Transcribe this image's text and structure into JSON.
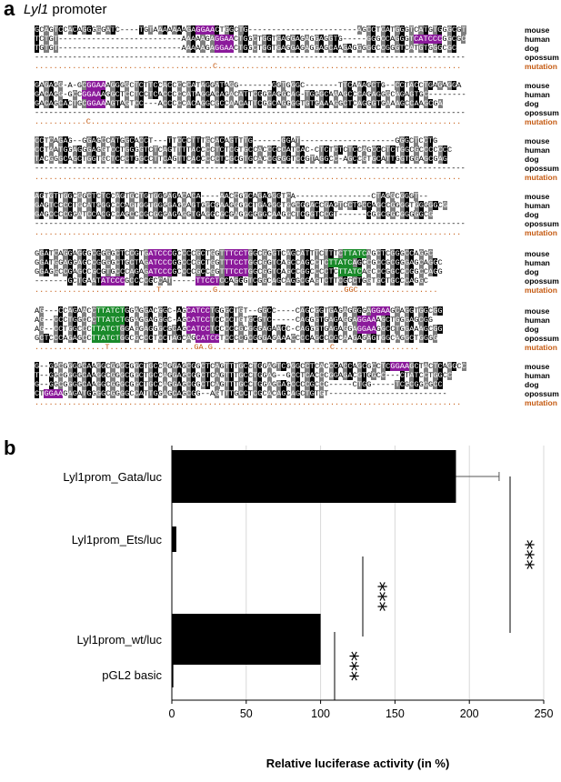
{
  "panel_a": {
    "label": "a",
    "title_italic": "Lyl1",
    "title_rest": " promoter",
    "species": [
      "mouse",
      "human",
      "dog",
      "opossum",
      "mutation"
    ],
    "blocks": [
      {
        "rows": [
          "GCAGTCCACAGGGGGATC----TGTAAAAAAAGAGGAACTGGCTG-----------------------AGCCTCATGGGTCATGTGGGCGT",
          "TCTGT--------------------------AAAAAGAGGAACTGGCTGGTGAGGAGAGGAGGTG-----GGGCCAGGGTCATCCCGGCGC",
          "TGTGT--------------------------AAAAAGAGGAACTGGCTGGTGAGGAGAGGAGCAAGAGGGGGCCGGGTCATGTGGGCGC",
          "-------------------------------------------------------------------------------------------",
          "......................................C...................................................."
        ],
        "mutation_chars": [
          "C"
        ]
      },
      {
        "rows": [
          "GAGAGG-A-GCGGAAAGGGGCTCTTCCACCCCCATAGGATAGG-------GGTGGGC-------TTCAAAGCTG--CCTACCTGAGAGGA",
          "GACAGG-GCCGGAAAGGCTCCTCCTCACCCCCATAGGACAGACATTCGGCAGGCAG-TGGGCAAAGCCCAGAGGGCAGAGTGC--------",
          "GACAGCACTGCGGAAAGTAGTCC---ACCCCCACAGGCGCCAACATTCGGCAGGGGTGTGAAAGGCTCAGGGTGAAAGCCAAGCGA",
          "-------------------------------------------------------------------------------------------",
          "...........C..............................................................................."
        ],
        "mutation_chars": [
          "C"
        ]
      },
      {
        "rows": [
          "CCTCAGAG--GGAGCCATGGCACCT---TTCCCTTTGCACAGTTTG------GGAT--------------------GGGCTCCTG",
          "CCTAATGGAGGGAGGTCCTGGGGTCTCAGTTTTACCCCTCTCGTGCCACCCCCATCAC-CTCTCTCTCCAGCCCTCTGGCGCCCCCCC",
          "TACGGGCAGCTGGTGCTCCCTGGCCTTCAGTTCACCCCCTCGCGTGCACCGGGGTCCGTAGGCC-AGCCGTGCATTGGTGGAGCGAG",
          "-------------------------------------------------------------------------------------------",
          "..........................................................................................."
        ],
        "mutation_chars": []
      },
      {
        "rows": [
          "AGTGTTGGCGGCTCTCCAGTGCTGTGGGAGACACA----AACCGGCAGAGGGTCA----------------CTAGGCGGGT--",
          "GAGTCCCCTGCATGGGCCCAGTGGTGGGGAGGAGTGGCGAAGGGGCTGAGGGTGGCGGACCGAGTCCTGCCAGCCGGGGTGGGGGCG",
          "GAGCCCCGGATCCACGCCAGCCCGCGGGAGAGGTGAGGCGCGAGGGGGGCAAGGCTCGGTCCGT------CGGCGGCGGGGGCG",
          "-------------------------------------------------------------------------------------------",
          "..........................................................................................."
        ],
        "mutation_chars": []
      },
      {
        "rows": [
          "GGATCAGGAGGGCGGGGCTCCGTGATCCCGCCCCGCTGGTTTCCTGGCGGGTCAGCATTTCTTTCTTATCAGCTCGGGCCAGGC",
          "GGATGGAGGAGCCGGGGCTGCTAGATCCCGGCCCGCTGGTTTCCTGGCGGTCAGCCAGCCTCTTATCAGCCGCCGCGGGAGCAGGC",
          "GGAGGCCGAGCCGCGTGCCCAGAGATCCCGCCCCGCCGGTTTCCTGGCGGTCAGCCGGCCCCTCTTATCAGCCCGGCCCGGCCAGG",
          "-------GCTGAATATCCCGCCCCGCCAT-----TTCCTCCAGGGTCGGCAGCAGGCGAGTCTTCGCCTGGTGCTGCCCAGGC",
          "..........................T...........G...........................GGC................."
        ],
        "mutation_chars": [
          "T",
          "G",
          "GGC"
        ]
      },
      {
        "rows": [
          "AG---CCAGAACCTTATCTGGAGGACGGC-AGCATCCTGGGCTGT--GGCC----CAGCGGTGAGAGGGGAGGAAGCAGGTGGCGG",
          "AG--CCCTGGCCCTTATCTGGAGGAGGGC-AGCATCCTCCCCTGTGCGTC-----CAGGGTGAGAGGAGGAAAGCTGGGAGCGG",
          "AG--CCTGGCCCTTATCTGGAGGAGGGCGCAGCATCCTCCCCCGCGGGAGAACC-CAGGGTGAGAGGAGGAAGGCCTGGAAAGCGG",
          "GCTCCCAGAGCCTTATCTGGCGCCCTCCTAGCAGCATCCTCCCCGCGGGAGAAACCCCAGCCCGCAAGAGAGTGGCAGGCTGGGG",
          "...............T..................GA.G.........................C.................."
        ],
        "mutation_chars": [
          "T",
          "GA.G",
          "C"
        ]
      },
      {
        "rows": [
          "G--GGCGGGGCAAGGCGGGCGGCTGCCAGGAGCGGCTCAGTTTGCCTGGAGTCGGGCCTCACCCACCAGCGCCTCGGAAGCTACTCAGGCC",
          "T--GGCGGGGCAAGGCGGGCGGCTGCCAGGAGCGGCTCAGTTTGCCTGGAG--GCCTCACCCGGAGACGTGGCC---CTATCCTGGCC",
          "G--GGCGGGGCAAGGCGGGCGGCTGCCAGGAGCGGCTCAGTTTGCCTGGAGCAGCCCCGCCC-----CTGG-----TCGCGGGGCC",
          "CTGGAAGAGATGGGGCGGGGCCATTGGAGCAGCGG--AGTTTGCCTCGCACAGCAGCTGTGT-------------------------",
          "..........................................................................................."
        ],
        "mutation_chars": []
      }
    ]
  },
  "panel_b": {
    "label": "b"
  },
  "chart_data": {
    "type": "bar",
    "orientation": "horizontal",
    "categories": [
      "Lyl1prom_Gata/luc",
      "Lyl1prom_Ets/luc",
      "Lyl1prom_wt/luc",
      "pGL2 basic"
    ],
    "values": [
      191,
      3,
      100,
      1
    ],
    "errors": [
      29,
      0,
      0,
      0
    ],
    "xlabel": "Relative luciferase activity (in %)",
    "xlim": [
      0,
      250
    ],
    "xticks": [
      0,
      50,
      100,
      150,
      200,
      250
    ],
    "grid": true,
    "bar_color": "#000000",
    "significance": [
      {
        "between": [
          "Lyl1prom_Gata/luc",
          "pGL2 basic"
        ],
        "label": "***"
      },
      {
        "between": [
          "Lyl1prom_Ets/luc",
          "Lyl1prom_wt/luc"
        ],
        "label": "***"
      },
      {
        "between": [
          "Lyl1prom_wt/luc",
          "pGL2 basic"
        ],
        "label": "***"
      }
    ]
  },
  "colors": {
    "identical": "#000000",
    "similar": "#7f7f7f",
    "ets_site": "#8b1a9b",
    "gata_site": "#1a8a2a",
    "mutation_text": "#c55a11"
  }
}
